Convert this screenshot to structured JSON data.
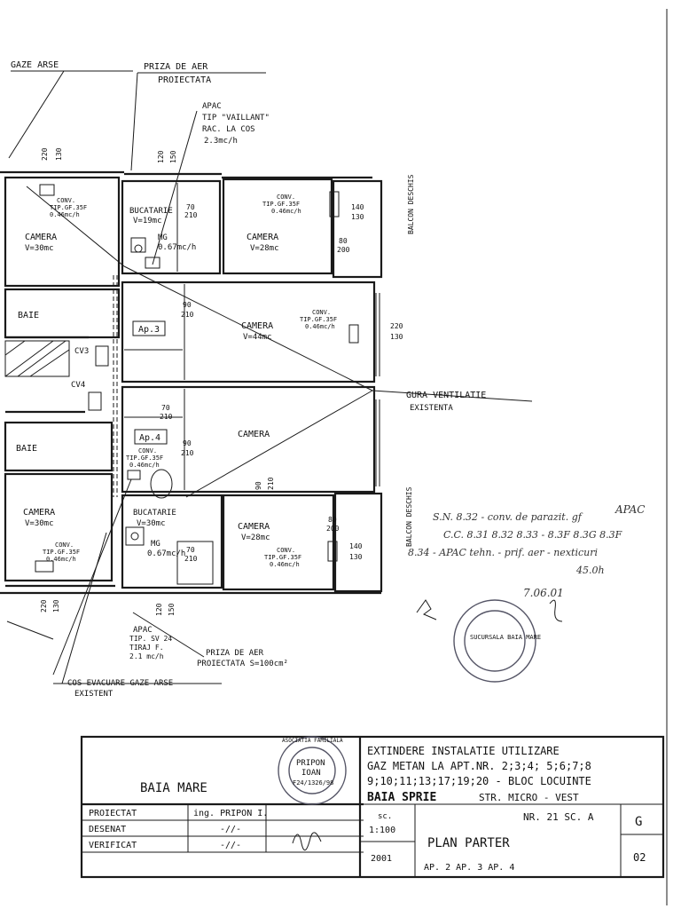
{
  "labels": {
    "gaze_arse": "GAZE ARSE",
    "priza_aer_top": "PRIZA DE AER",
    "proiectata_top": "PROIECTATA",
    "apac_top_1": "APAC",
    "apac_top_2": "TIP \"VAILLANT\"",
    "apac_top_3": "RAC. LA COS",
    "apac_top_4": "2.3mc/h",
    "gura_ventilatie": "GURA VENTILATIE",
    "existenta": "EXISTENTA",
    "apac_bot_1": "APAC",
    "apac_bot_2": "TIP. SV 24",
    "apac_bot_3": "TIRAJ F.",
    "apac_bot_4": "2.1 mc/h",
    "priza_aer_bot": "PRIZA DE AER",
    "proiectata_bot": "PROIECTATA S=100cm²",
    "cos_evacuare": "COS EVACUARE GAZE ARSE",
    "existent": "EXISTENT"
  },
  "rooms": {
    "camera_tl": "CAMERA",
    "camera_tl_v": "V=30mc",
    "bucatarie_top": "BUCATARIE",
    "bucatarie_top_v": "V=19mc",
    "mg_top": "MG",
    "mg_top_v": "0.67mc/h",
    "camera_tr": "CAMERA",
    "camera_tr_v": "V=28mc",
    "balcon_top": "BALCON DESCHIS",
    "baie_1": "BAIE",
    "ap3": "Ap.3",
    "camera_mid": "CAMERA",
    "camera_mid_v": "V=44mc",
    "camera_center": "CAMERA",
    "baie_2": "BAIE",
    "ap4": "Ap.4",
    "camera_bl": "CAMERA",
    "camera_bl_v": "V=30mc",
    "bucatarie_bot": "BUCATARIE",
    "bucatarie_bot_v": "V=30mc",
    "mg_bot": "MG",
    "mg_bot_v": "0.67mc/h",
    "camera_br": "CAMERA",
    "camera_br_v": "V=28mc",
    "balcon_bot": "BALCON DESCHIS",
    "cv3": "CV3",
    "cv4": "CV4"
  },
  "appliances": {
    "conv1_a": "CONV.",
    "conv1_b": "TIP.GF.35F",
    "conv1_c": "0.46mc/h",
    "conv2_a": "CONV.",
    "conv2_b": "TIP.GF.35F",
    "conv2_c": "0.46mc/h",
    "conv3_a": "CONV.",
    "conv3_b": "TIP.GF.35F",
    "conv3_c": "0.46mc/h",
    "conv4_a": "CONV.",
    "conv4_b": "TIP.GF.35F",
    "conv4_c": "0.46mc/h",
    "conv5_a": "CONV.",
    "conv5_b": "TIP.GF.35F",
    "conv5_c": "0.46mc/h",
    "conv6_a": "CONV.",
    "conv6_b": "TIP.GF.35F",
    "conv6_c": "0.46mc/h"
  },
  "dims": {
    "d220_130_a": "220",
    "d220_130_b": "130",
    "d120_150_a": "120",
    "d120_150_b": "150",
    "d70_210": "70",
    "d70_210_b": "210",
    "d140_130": "140",
    "d140_130_b": "130",
    "d80_200": "80",
    "d80_200_b": "200",
    "d90_210_a": "90",
    "d90_210_b": "210",
    "d220_130_r": "220",
    "d220_130_rb": "130",
    "d70_210_2": "70",
    "d70_210_2b": "210",
    "d90_210_c": "90",
    "d90_210_d": "210",
    "d80_200_2": "80",
    "d80_200_2b": "200",
    "d140_130_2": "140",
    "d140_130_2b": "130",
    "d220_130_bl": "220",
    "d220_130_blb": "130",
    "d120_150_bot": "120",
    "d120_150_botb": "150",
    "d90_210_vert": "90",
    "d90_210_vertb": "210"
  },
  "handwriting": {
    "line1": "S.N. 8.32 - conv. de parazit. gf",
    "line2": "C.C. 8.31 8.32 8.33 - 8.3F 8.3G 8.3F",
    "line3": "8.34 - APAC tehn. - prif. aer - nexticuri",
    "line4": "45.0h",
    "date": "7.06.01",
    "note": "APAC"
  },
  "stamps": {
    "round_right": "SUCURSALA BAIA MARE",
    "designer_1": "PRIPON",
    "designer_2": "IOAN",
    "designer_3": "F24/1326/98",
    "designer_ring": "ASOCIATIA FAMILIALA"
  },
  "title_block": {
    "city": "BAIA MARE",
    "title_line1": "EXTINDERE INSTALATIE UTILIZARE",
    "title_line2": "GAZ METAN LA APT.NR. 2;3;4; 5;6;7;8",
    "title_line3": "9;10;11;13;17;19;20 - BLOC LOCUINTE",
    "title_line4_a": "BAIA SPRIE",
    "title_line4_b": "STR. MICRO - VEST",
    "nr_sc": "NR. 21 SC. A",
    "g_label": "G",
    "sheet_no": "02",
    "proiectat": "PROIECTAT",
    "desenat": "DESENAT",
    "verificat": "VERIFICAT",
    "proiectat_name": "ing. PRIPON I.",
    "desenat_name": "-//-",
    "verificat_name": "-//-",
    "scale_label": "sc.",
    "scale_value": "1:100",
    "year": "2001",
    "plan_title": "PLAN PARTER",
    "apartments": "AP. 2   AP. 3   AP. 4"
  }
}
